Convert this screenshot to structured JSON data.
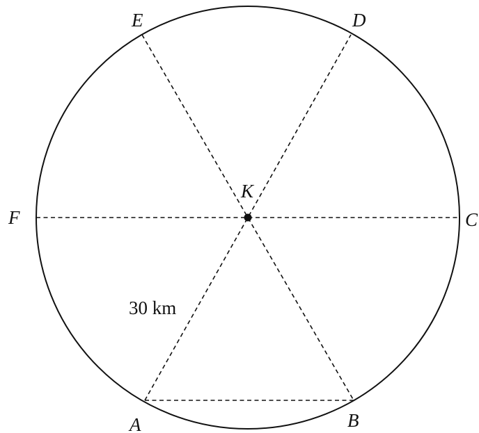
{
  "points": {
    "A": "A",
    "B": "B",
    "C": "C",
    "D": "D",
    "E": "E",
    "F": "F",
    "K": "K"
  },
  "radius_label": "30 km",
  "colors": {
    "ink": "#111111",
    "background": "#ffffff"
  }
}
